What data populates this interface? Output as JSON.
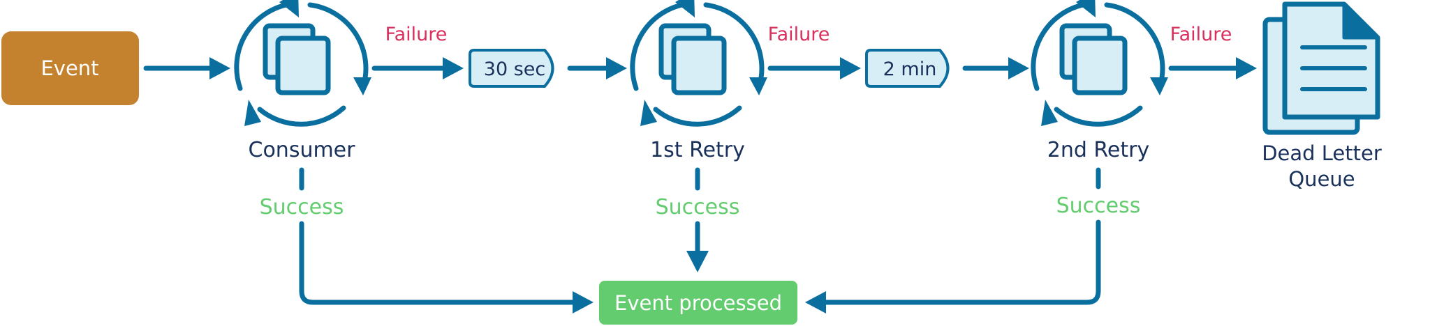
{
  "colors": {
    "primary": "#0a6f9e",
    "light_fill": "#d8eef7",
    "event_box": "#c4822e",
    "success_box": "#62cc6e",
    "failure_text": "#d8305c",
    "success_text": "#62cc6e",
    "label_text": "#19305a"
  },
  "start": {
    "label": "Event"
  },
  "stages": [
    {
      "label": "Consumer",
      "failure": "Failure",
      "success": "Success"
    },
    {
      "label": "1st Retry",
      "failure": "Failure",
      "success": "Success"
    },
    {
      "label": "2nd Retry",
      "failure": "Failure",
      "success": "Success"
    }
  ],
  "delays": [
    "30 sec",
    "2 min"
  ],
  "dlq": {
    "line1": "Dead Letter",
    "line2": "Queue"
  },
  "end": {
    "label": "Event processed"
  }
}
